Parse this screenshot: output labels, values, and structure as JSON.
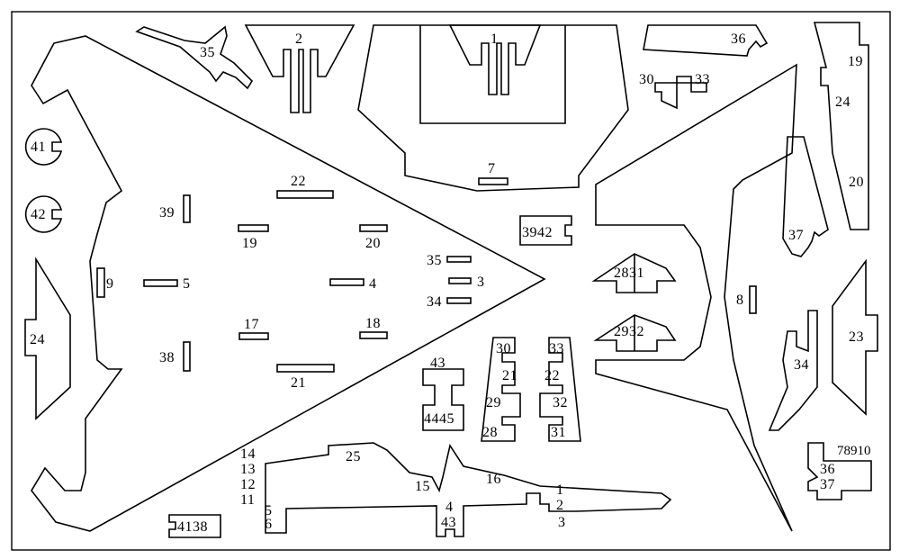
{
  "labels": {
    "l1": "1",
    "l2": "2",
    "l3": "3",
    "l4": "4",
    "l5": "5",
    "l6": "6",
    "l7": "7",
    "l8": "8",
    "l9": "9",
    "l11": "11",
    "l12": "12",
    "l13": "13",
    "l14": "14",
    "l15": "15",
    "l16": "16",
    "l17": "17",
    "l18": "18",
    "l19": "19",
    "l20": "20",
    "l21": "21",
    "l22": "22",
    "l23": "23",
    "l24": "24",
    "l25": "25",
    "l28": "28",
    "l29": "29",
    "l30": "30",
    "l31": "31",
    "l32": "32",
    "l33": "33",
    "l34": "34",
    "l35": "35",
    "l36": "36",
    "l37": "37",
    "l38": "38",
    "l39": "39",
    "l41": "41",
    "l42": "42",
    "l43": "43",
    "l4445": "4445",
    "l3942": "3942",
    "l4138": "4138",
    "l2831": "2831",
    "l2932": "2932",
    "l78910": "78910"
  }
}
